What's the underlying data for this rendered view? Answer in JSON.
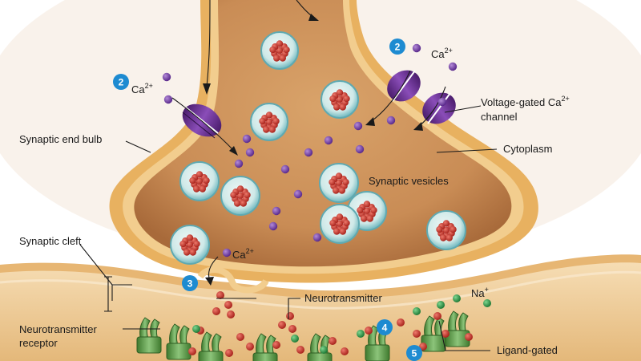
{
  "labels": {
    "synaptic_end_bulb": "Synaptic end bulb",
    "synaptic_cleft": "Synaptic cleft",
    "neurotransmitter_receptor_line1": "Neurotransmitter",
    "neurotransmitter_receptor_line2": "receptor",
    "voltage_gated_line1": "Voltage-gated Ca",
    "voltage_gated_sup": "2+",
    "voltage_gated_line2": "channel",
    "cytoplasm": "Cytoplasm",
    "synaptic_vesicles": "Synaptic vesicles",
    "neurotransmitter": "Neurotransmitter",
    "ligand_gated_line1": "Ligand-gated",
    "ca_ion_base": "Ca",
    "ca_ion_sup": "2+",
    "na_ion_base": "Na",
    "na_ion_sup": "+"
  },
  "steps": [
    "2",
    "2",
    "3",
    "4",
    "5"
  ],
  "colors": {
    "background": "#ffffff",
    "membrane_outer": "#e3ad5b",
    "membrane_inner": "#f4d49a",
    "cytoplasm": "#c98c55",
    "postsynaptic": "#f1d3a6",
    "channel": "#6d2f8f",
    "calcium_ion": "#6a3a9e",
    "vesicle_ring": "#7fc6cc",
    "vesicle_core": "#b9493a",
    "neurotransmitter_red": "#c0332b",
    "sodium_green": "#2e9a4a",
    "receptor_green": "#5e9e4a",
    "step_badge": "#1e8bd1"
  }
}
